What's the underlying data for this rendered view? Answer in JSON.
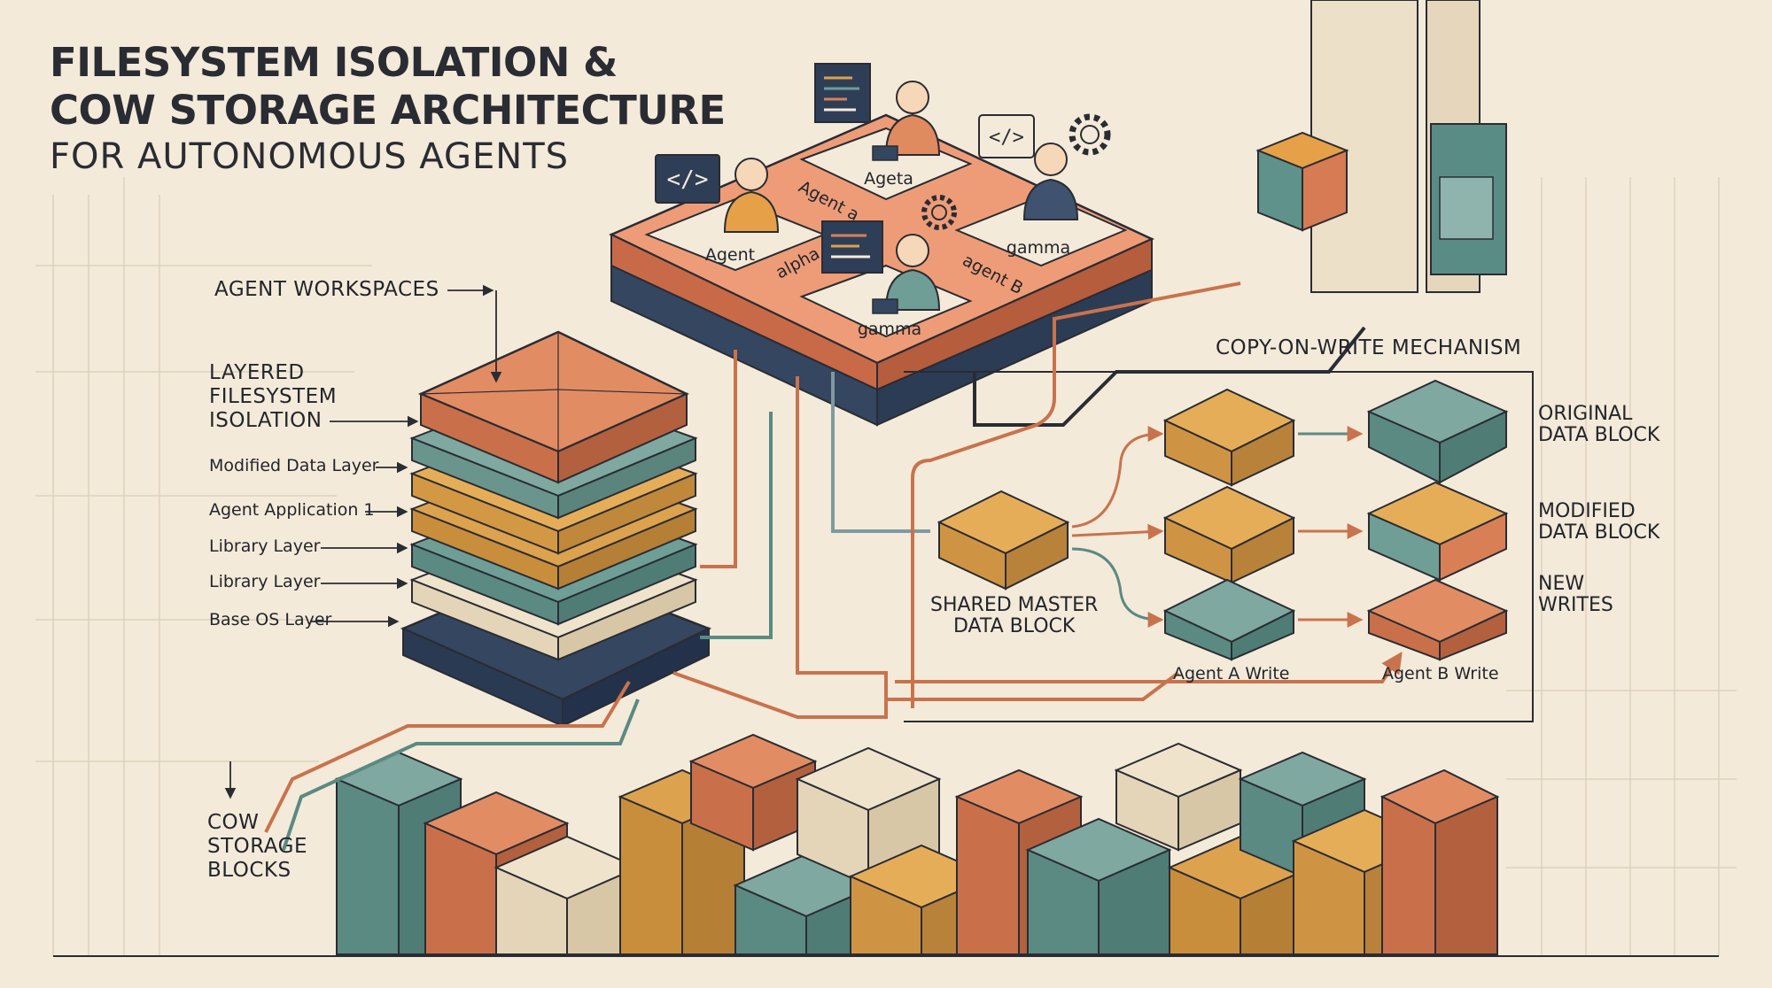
{
  "title": {
    "line1": "FILESYSTEM ISOLATION &",
    "line2": "COW STORAGE ARCHITECTURE",
    "line3": "FOR AUTONOMOUS AGENTS"
  },
  "labels": {
    "agent_workspaces": "AGENT WORKSPACES",
    "layered_isolation": [
      "LAYERED",
      "FILESYSTEM",
      "ISOLATION"
    ],
    "layers": [
      "Modified Data Layer",
      "Agent Application 1",
      "Library Layer",
      "Library Layer",
      "Base OS Layer"
    ],
    "cow_storage_blocks": [
      "COW",
      "STORAGE",
      "BLOCKS"
    ],
    "cow_mechanism": "COPY-ON-WRITE MECHANISM",
    "shared_master": [
      "SHARED MASTER",
      "DATA BLOCK"
    ],
    "original_block": [
      "ORIGINAL",
      "DATA BLOCK"
    ],
    "modified_block": [
      "MODIFIED",
      "DATA BLOCK"
    ],
    "new_writes": [
      "NEW",
      "WRITES"
    ],
    "agent_a_write": "Agent A Write",
    "agent_b_write": "Agent B Write"
  },
  "workspace": {
    "agents": [
      "Agent",
      "Ageta",
      "gamma",
      "gamma"
    ],
    "floor_labels": [
      "alpha",
      "Agent a",
      "agent B"
    ],
    "code_glyph": "</>"
  },
  "colors": {
    "background": "#f4ead9",
    "terracotta": "#d9805a",
    "teal": "#6e9e95",
    "mustard": "#dca24e",
    "navy": "#344660",
    "cream": "#efe3cc",
    "ink": "#2a2c33"
  }
}
